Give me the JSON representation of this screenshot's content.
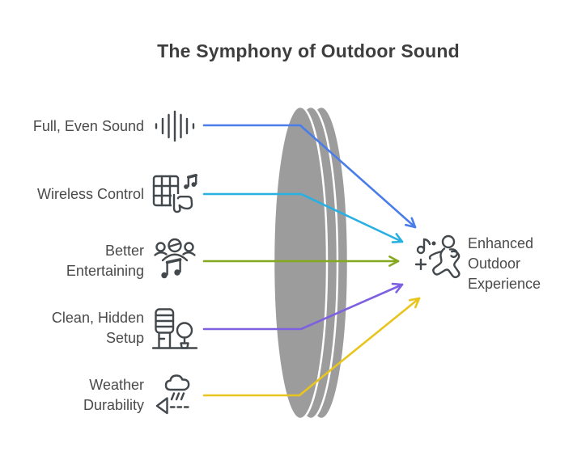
{
  "title": "The Symphony of Outdoor Sound",
  "features": [
    {
      "name": "full-even-sound",
      "lines": [
        "Full, Even Sound"
      ],
      "icon": "soundwave-icon",
      "arrow_color": "#4a7de9"
    },
    {
      "name": "wireless-control",
      "lines": [
        "Wireless Control"
      ],
      "icon": "touch-grid-music-icon",
      "arrow_color": "#29b0e3"
    },
    {
      "name": "better-entertaining",
      "lines": [
        "Better",
        "Entertaining"
      ],
      "icon": "people-music-icon",
      "arrow_color": "#86a81e"
    },
    {
      "name": "clean-hidden-setup",
      "lines": [
        "Clean, Hidden",
        "Setup"
      ],
      "icon": "speaker-planter-icon",
      "arrow_color": "#7d61e0"
    },
    {
      "name": "weather-durability",
      "lines": [
        "Weather",
        "Durability"
      ],
      "icon": "cloud-rain-speaker-icon",
      "arrow_color": "#e8c51e"
    }
  ],
  "outcome": {
    "lines": [
      "Enhanced",
      "Outdoor",
      "Experience"
    ],
    "icon": "dancing-person-music-icon"
  },
  "colors": {
    "lens_gray": "#9c9c9c",
    "icon_stroke": "#43484c",
    "text": "#4a4a4a",
    "title": "#3e3e3e"
  }
}
